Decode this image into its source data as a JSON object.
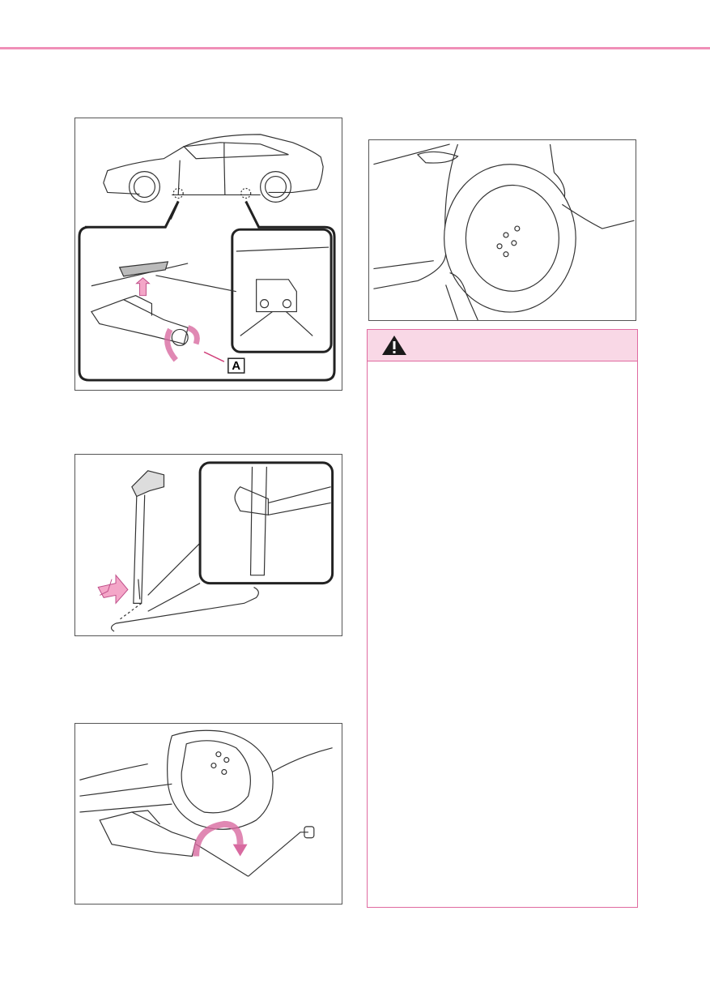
{
  "page": {
    "accent_color": "#f08fb8",
    "warning_border_color": "#e06aa0",
    "warning_header_color": "#f9d8e6"
  },
  "figures": [
    {
      "id": "jack-points",
      "icon": "car-jack-points-illustration",
      "callout": "A"
    },
    {
      "id": "jack-handle-assembly",
      "icon": "jack-handle-illustration"
    },
    {
      "id": "raise-jack",
      "icon": "jack-raising-illustration"
    },
    {
      "id": "remove-wheel",
      "icon": "wheel-removal-illustration"
    }
  ],
  "warning": {
    "icon": "warning-triangle-icon"
  }
}
